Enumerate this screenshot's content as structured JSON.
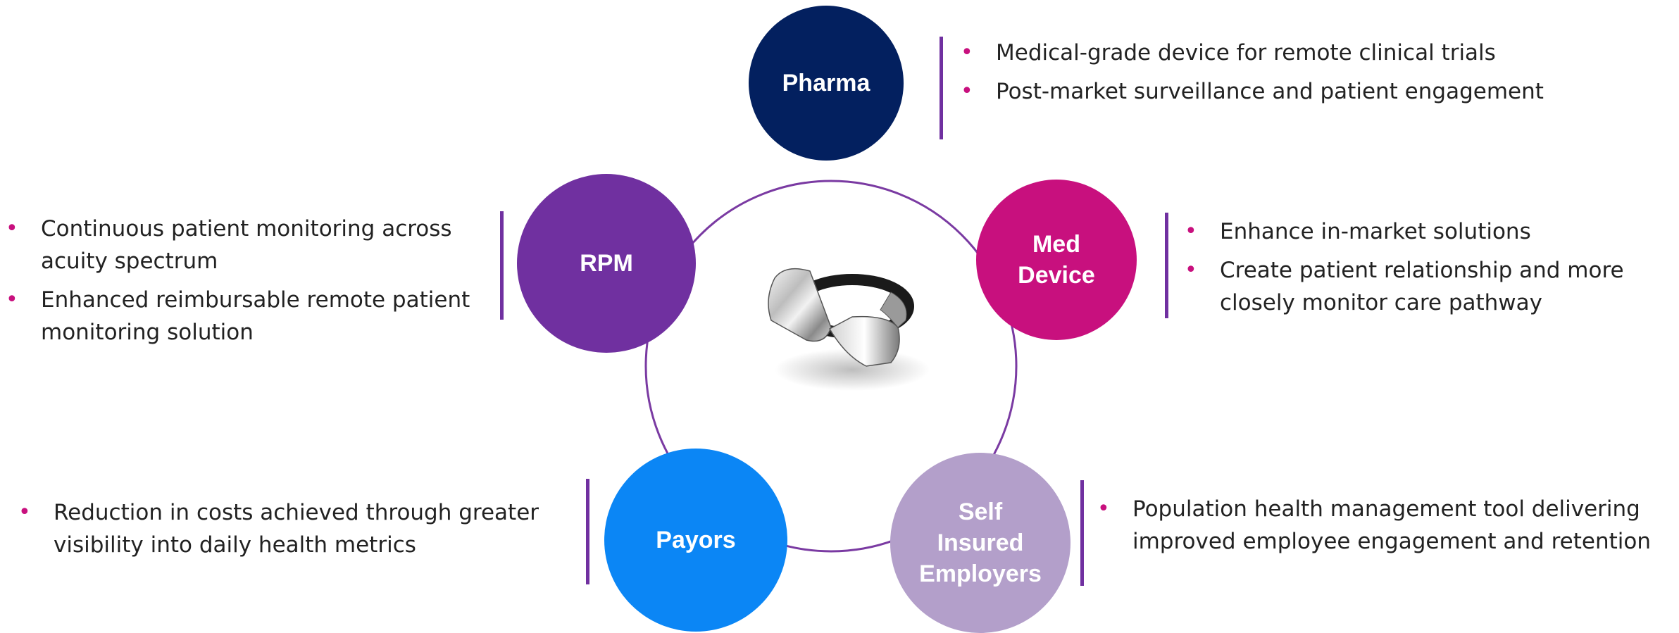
{
  "colors": {
    "pharma": "#03205f",
    "med_device": "#c8107e",
    "self_insured": "#b39fca",
    "payors": "#0b86f5",
    "rpm": "#7030a0",
    "accent_line": "#7030a0",
    "bullet": "#c8107e"
  },
  "segments": {
    "pharma": {
      "label": [
        "Pharma"
      ],
      "bullets": [
        "Medical-grade device for remote clinical trials",
        "Post-market surveillance and patient engagement"
      ]
    },
    "med_device": {
      "label": [
        "Med",
        "Device"
      ],
      "bullets": [
        "Enhance in-market solutions",
        "Create patient relationship and more closely monitor care pathway"
      ]
    },
    "self_insured": {
      "label": [
        "Self",
        "Insured",
        "Employers"
      ],
      "bullets": [
        "Population health management tool delivering improved employee engagement and retention"
      ]
    },
    "payors": {
      "label": [
        "Payors"
      ],
      "bullets": [
        "Reduction in costs achieved through greater visibility into daily health metrics"
      ]
    },
    "rpm": {
      "label": [
        "RPM"
      ],
      "bullets": [
        "Continuous patient monitoring across acuity spectrum",
        "Enhanced reimbursable remote patient monitoring solution"
      ]
    }
  },
  "center_image": "smart-ring"
}
